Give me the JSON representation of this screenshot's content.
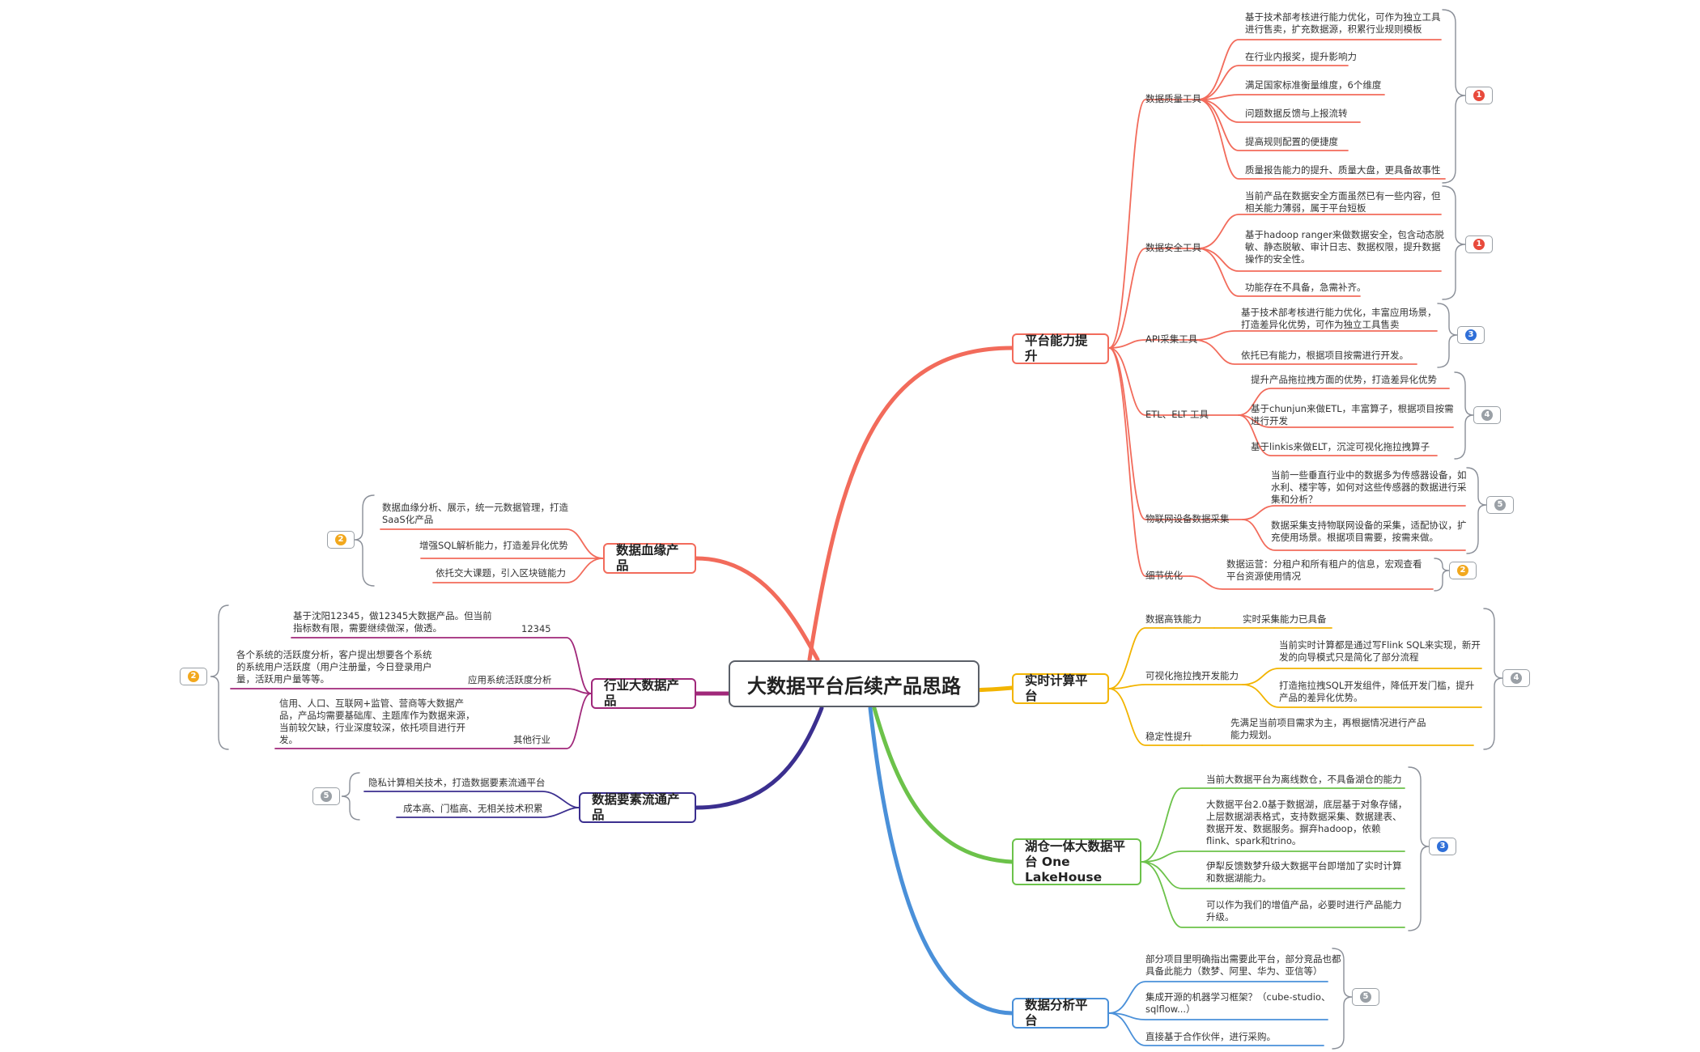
{
  "root": {
    "label": "大数据平台后续产品思路"
  },
  "branches": {
    "platform": {
      "label": "平台能力提升",
      "color": "#f26b5b",
      "groups": {
        "quality": {
          "label": "数据质量工具",
          "badge": "1",
          "items": [
            "基于技术部考核进行能力优化，可作为独立工具\n进行售卖，扩充数据源，积累行业规则模板",
            "在行业内报奖，提升影响力",
            "满足国家标准衡量维度，6个维度",
            "问题数据反馈与上报流转",
            "提高规则配置的便捷度",
            "质量报告能力的提升、质量大盘，更具备故事性"
          ]
        },
        "security": {
          "label": "数据安全工具",
          "badge": "1",
          "items": [
            "当前产品在数据安全方面虽然已有一些内容，但\n相关能力薄弱，属于平台短板",
            "基于hadoop ranger来做数据安全，包含动态脱\n敏、静态脱敏、审计日志、数据权限，提升数据\n操作的安全性。",
            "功能存在不具备，急需补齐。"
          ]
        },
        "api": {
          "label": "API采集工具",
          "badge": "3",
          "items": [
            "基于技术部考核进行能力优化，丰富应用场景，\n打造差异化优势，可作为独立工具售卖",
            "依托已有能力，根据项目按需进行开发。"
          ]
        },
        "etl": {
          "label": "ETL、ELT 工具",
          "badge": "4",
          "items": [
            "提升产品拖拉拽方面的优势，打造差异化优势",
            "基于chunjun来做ETL，丰富算子，根据项目按需\n进行开发",
            "基于linkis来做ELT，沉淀可视化拖拉拽算子"
          ]
        },
        "iot": {
          "label": "物联网设备数据采集",
          "badge": "5",
          "items": [
            "当前一些垂直行业中的数据多为传感器设备，如\n水利、楼宇等，如何对这些传感器的数据进行采\n集和分析？",
            "数据采集支持物联网设备的采集，适配协议，扩\n充使用场景。根据项目需要，按需来做。"
          ]
        },
        "detail": {
          "label": "细节优化",
          "badge": "2",
          "items": [
            "数据运营：分租户和所有租户的信息，宏观查看\n平台资源使用情况"
          ]
        }
      }
    },
    "realtime": {
      "label": "实时计算平台",
      "color": "#f2b400",
      "badge": "4",
      "groups": {
        "rail": {
          "label": "数据高铁能力",
          "items": [
            "实时采集能力已具备"
          ]
        },
        "visual": {
          "label": "可视化拖拉拽开发能力",
          "items": [
            "当前实时计算都是通过写Flink SQL来实现，新开\n发的向导模式只是简化了部分流程",
            "打造拖拉拽SQL开发组件，降低开发门槛，提升\n产品的差异化优势。"
          ]
        },
        "stable": {
          "label": "稳定性提升",
          "items": [
            "先满足当前项目需求为主，再根据情况进行产品\n能力规划。"
          ]
        }
      }
    },
    "lakehouse": {
      "label": "湖仓一体大数据平台 One\nLakeHouse",
      "color": "#6cc24a",
      "badge": "3",
      "items": [
        "当前大数据平台为离线数仓，不具备湖仓的能力",
        "大数据平台2.0基于数据湖，底层基于对象存储，\n上层数据湖表格式，支持数据采集、数据建表、\n数据开发、数据服务。摒弃hadoop，依赖\nflink、spark和trino。",
        "伊犁反馈数梦升级大数据平台即增加了实时计算\n和数据湖能力。",
        "可以作为我们的增值产品，必要时进行产品能力\n升级。"
      ]
    },
    "analysis": {
      "label": "数据分析平台",
      "color": "#4a90d9",
      "badge": "5",
      "items": [
        "部分项目里明确指出需要此平台，部分竞品也都\n具备此能力（数梦、阿里、华为、亚信等）",
        "集成开源的机器学习框架？（cube-studio、\nsqlflow...）",
        "直接基于合作伙伴，进行采购。"
      ]
    },
    "lineage": {
      "label": "数据血缘产品",
      "color": "#f26b5b",
      "badge": "2",
      "items": [
        "数据血缘分析、展示，统一元数据管理，打造\nSaaS化产品",
        "增强SQL解析能力，打造差异化优势",
        "依托交大课题，引入区块链能力"
      ]
    },
    "industry": {
      "label": "行业大数据产品",
      "color": "#a0287a",
      "badge": "2",
      "groups": {
        "g12345": {
          "label": "12345",
          "items": [
            "基于沈阳12345，做12345大数据产品。但当前\n指标数有限，需要继续做深，做透。"
          ]
        },
        "activity": {
          "label": "应用系统活跃度分析",
          "items": [
            "各个系统的活跃度分析，客户提出想要各个系统\n的系统用户活跃度（用户注册量，今日登录用户\n量，活跃用户量等等。"
          ]
        },
        "other": {
          "label": "其他行业",
          "items": [
            "信用、人口、互联网+监管、营商等大数据产\n品，产品均需要基础库、主题库作为数据来源，\n当前较欠缺，行业深度较深，依托项目进行开\n发。"
          ]
        }
      }
    },
    "element": {
      "label": "数据要素流通产品",
      "color": "#3b2f8f",
      "badge": "5",
      "items": [
        "隐私计算相关技术，打造数据要素流通平台",
        "成本高、门槛高、无相关技术积累"
      ]
    }
  }
}
